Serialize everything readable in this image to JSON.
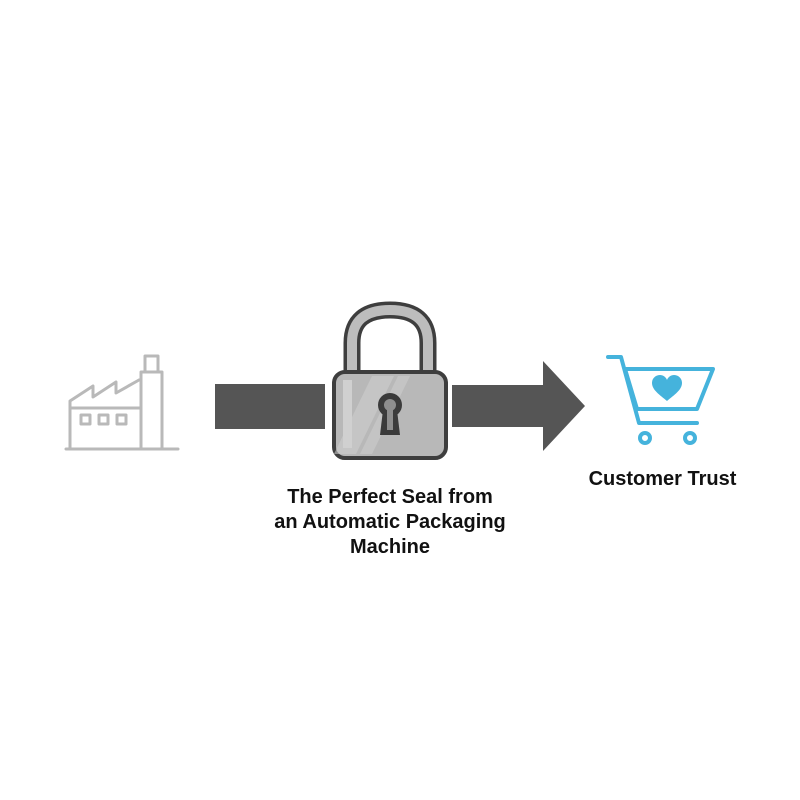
{
  "diagram": {
    "colors": {
      "factory": "#b9b9b9",
      "arrow": "#555555",
      "lock_body": "#b8b8b8",
      "lock_outline": "#3e3e3e",
      "cart": "#45b3dc",
      "text": "#111111"
    },
    "icons": {
      "factory": "factory-icon",
      "lock": "padlock-icon",
      "cart": "shopping-cart-icon",
      "heart": "heart-icon"
    },
    "seal_label": {
      "lines": [
        "The Perfect Seal from",
        "an Automatic Packaging",
        "Machine"
      ]
    },
    "cart_label": "Customer Trust"
  }
}
